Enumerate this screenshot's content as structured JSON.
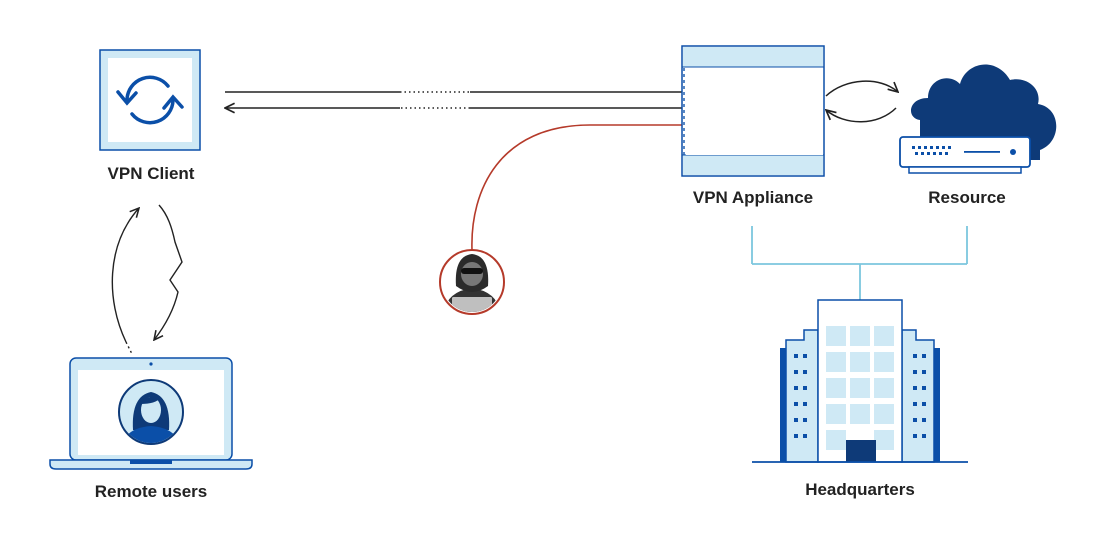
{
  "labels": {
    "vpn_client": "VPN Client",
    "remote_users": "Remote users",
    "vpn_appliance": "VPN Appliance",
    "resource": "Resource",
    "headquarters": "Headquarters"
  },
  "icons": {
    "vpn_client": "sync-icon",
    "remote_users": "laptop-user-icon",
    "attacker": "hacker-icon",
    "resource": "cloud-server-icon",
    "headquarters": "office-building-icon"
  },
  "colors": {
    "brand_blue": "#0b4fa8",
    "dark_navy": "#0e3a78",
    "light_blue": "#cfe9f5",
    "line_dark": "#222222",
    "threat_red": "#b53a2a",
    "connector_blue": "#7cc6de"
  }
}
